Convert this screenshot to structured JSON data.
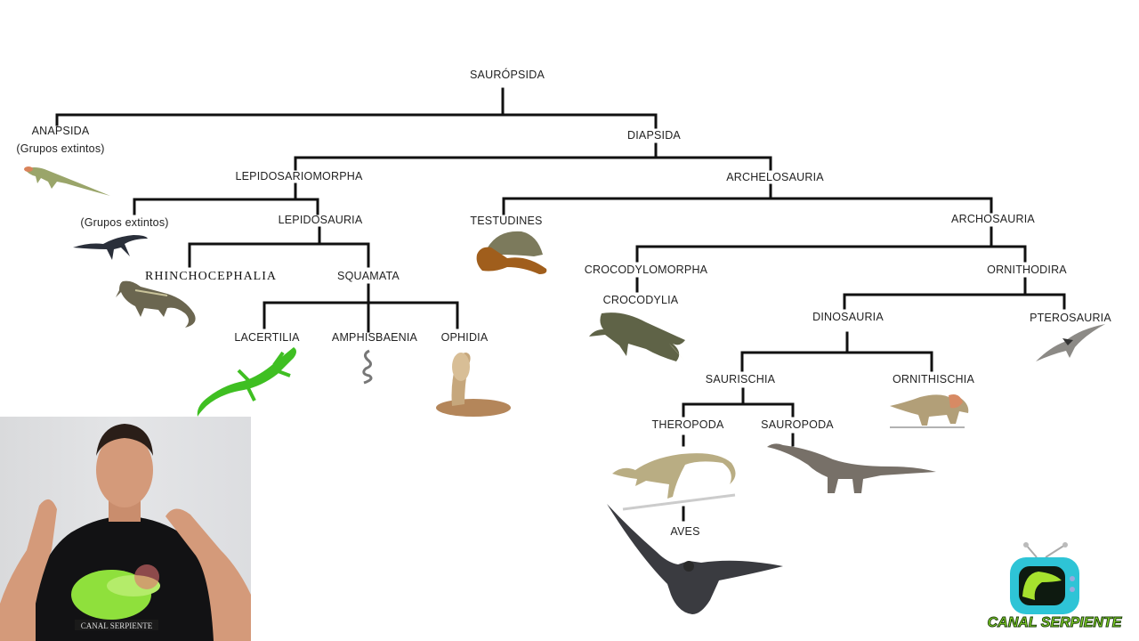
{
  "diagram": {
    "type": "cladogram",
    "title": "SAURÓPSIDA",
    "line_color": "#111111",
    "background": "#ffffff",
    "nodes": [
      {
        "id": "sauropsida",
        "label": "SAURÓPSIDA"
      },
      {
        "id": "anapsida",
        "label": "ANAPSIDA",
        "sublabel": "(Grupos extintos)",
        "parent": "sauropsida",
        "image": "extinct-anapsid-lizard"
      },
      {
        "id": "diapsida",
        "label": "DIAPSIDA",
        "parent": "sauropsida"
      },
      {
        "id": "lepidosauriomorpha",
        "label": "LEPIDOSARIOMORPHA",
        "parent": "diapsida"
      },
      {
        "id": "lepido_extinct",
        "label": "(Grupos extintos)",
        "parent": "lepidosauriomorpha",
        "image": "plesiosaur"
      },
      {
        "id": "lepidosauria",
        "label": "LEPIDOSAURIA",
        "parent": "lepidosauriomorpha"
      },
      {
        "id": "rhinchocephalia",
        "label": "RHINCHOCEPHALIA",
        "parent": "lepidosauria",
        "image": "tuatara"
      },
      {
        "id": "squamata",
        "label": "SQUAMATA",
        "parent": "lepidosauria"
      },
      {
        "id": "lacertilia",
        "label": "LACERTILIA",
        "parent": "squamata",
        "image": "green-gecko"
      },
      {
        "id": "amphisbaenia",
        "label": "AMPHISBAENIA",
        "parent": "squamata",
        "image": "worm-lizard"
      },
      {
        "id": "ophidia",
        "label": "OPHIDIA",
        "parent": "squamata",
        "image": "cobra"
      },
      {
        "id": "archelosauria",
        "label": "ARCHELOSAURIA",
        "parent": "diapsida"
      },
      {
        "id": "testudines",
        "label": "TESTUDINES",
        "parent": "archelosauria",
        "image": "tortoise"
      },
      {
        "id": "archosauria",
        "label": "ARCHOSAURIA",
        "parent": "archelosauria"
      },
      {
        "id": "crocodylomorpha",
        "label": "CROCODYLOMORPHA",
        "parent": "archosauria"
      },
      {
        "id": "crocodylia",
        "label": "CROCODYLIA",
        "parent": "crocodylomorpha",
        "image": "crocodile"
      },
      {
        "id": "ornithodira",
        "label": "ORNITHODIRA",
        "parent": "archosauria"
      },
      {
        "id": "dinosauria",
        "label": "DINOSAURIA",
        "parent": "ornithodira"
      },
      {
        "id": "pterosauria",
        "label": "PTEROSAURIA",
        "parent": "ornithodira",
        "image": "pterosaur"
      },
      {
        "id": "saurischia",
        "label": "SAURISCHIA",
        "parent": "dinosauria"
      },
      {
        "id": "ornithischia",
        "label": "ORNITHISCHIA",
        "parent": "dinosauria",
        "image": "triceratops"
      },
      {
        "id": "theropoda",
        "label": "THEROPODA",
        "parent": "saurischia",
        "image": "theropod"
      },
      {
        "id": "sauropoda",
        "label": "SAUROPODA",
        "parent": "saurischia",
        "image": "sauropod"
      },
      {
        "id": "aves",
        "label": "AVES",
        "parent": "theropoda",
        "image": "falcon"
      }
    ]
  },
  "labels": {
    "sauropsida": "SAURÓPSIDA",
    "anapsida": "ANAPSIDA",
    "anapsida_sub": "(Grupos extintos)",
    "diapsida": "DIAPSIDA",
    "lepidosauriomorpha": "LEPIDOSARIOMORPHA",
    "lepido_extinct": "(Grupos extintos)",
    "lepidosauria": "LEPIDOSAURIA",
    "rhinchocephalia": "RHINCHOCEPHALIA",
    "squamata": "SQUAMATA",
    "lacertilia": "LACERTILIA",
    "amphisbaenia": "AMPHISBAENIA",
    "ophidia": "OPHIDIA",
    "archelosauria": "ARCHELOSAURIA",
    "testudines": "TESTUDINES",
    "archosauria": "ARCHOSAURIA",
    "crocodylomorpha": "CROCODYLOMORPHA",
    "crocodylia": "CROCODYLIA",
    "ornithodira": "ORNITHODIRA",
    "dinosauria": "DINOSAURIA",
    "pterosauria": "PTEROSAURIA",
    "saurischia": "SAURISCHIA",
    "ornithischia": "ORNITHISCHIA",
    "theropoda": "THEROPODA",
    "sauropoda": "SAUROPODA",
    "aves": "AVES"
  },
  "overlay": {
    "presenter_shirt_text": "CANAL SERPIENTE",
    "logo_text": "CANAL SERPIENTE",
    "logo_colors": {
      "tv": "#2ec4d6",
      "snake": "#a6e22e",
      "text": "#8be02a",
      "outline": "#1a3d0a"
    }
  }
}
